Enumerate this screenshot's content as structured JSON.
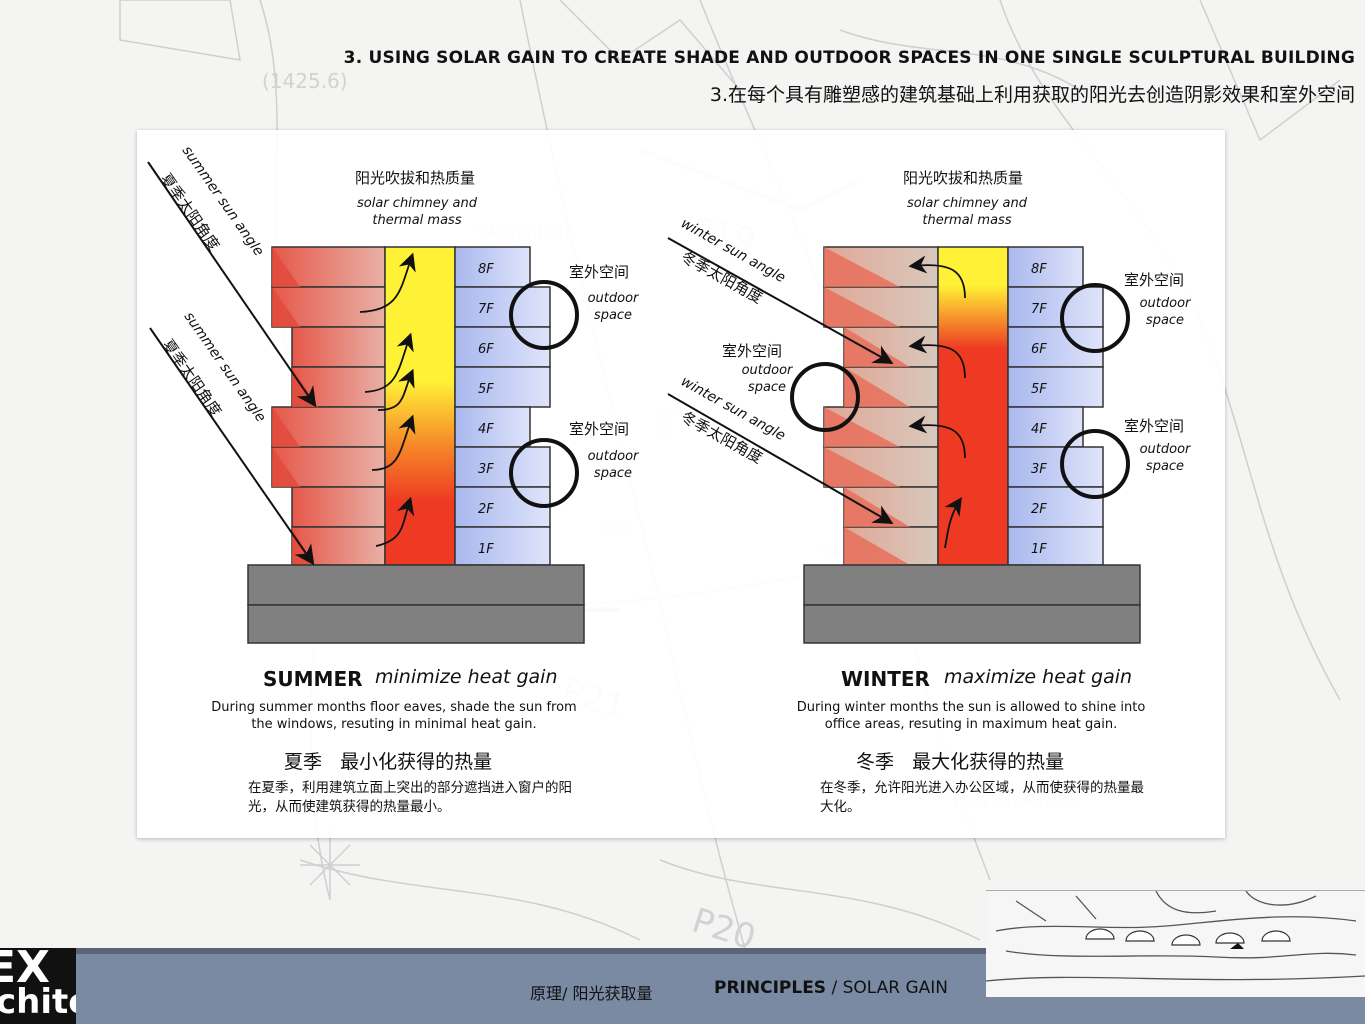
{
  "header": {
    "title_en": "3. USING SOLAR GAIN TO CREATE SHADE AND OUTDOOR SPACES IN ONE SINGLE SCULPTURAL BUILDING",
    "title_cn": "3.在每个具有雕塑感的建筑基础上利用获取的阳光去创造阴影效果和室外空间"
  },
  "background_map_labels": [
    "(1425.6)",
    "1432(1430)",
    "P19",
    "P21",
    "P20",
    "24米",
    "14",
    "32米",
    "1432.5(1431.7)"
  ],
  "floors": [
    "8F",
    "7F",
    "6F",
    "5F",
    "4F",
    "3F",
    "2F",
    "1F"
  ],
  "summer": {
    "chimney_cn": "阳光吹拔和热质量",
    "chimney_en_1": "solar chimney and",
    "chimney_en_2": "thermal mass",
    "sun_en": "summer sun angle",
    "sun_cn": "夏季太阳角度",
    "outdoor_cn": "室外空间",
    "outdoor_en_1": "outdoor",
    "outdoor_en_2": "space",
    "title": "SUMMER",
    "subtitle": "minimize heat gain",
    "desc_en": "During summer months floor eaves, shade the sun from the windows, resuting in minimal heat gain.",
    "title_cn": "夏季   最小化获得的热量",
    "desc_cn": "在夏季，利用建筑立面上突出的部分遮挡进入窗户的阳光，从而使建筑获得的热量最小。"
  },
  "winter": {
    "chimney_cn": "阳光吹拔和热质量",
    "chimney_en_1": "solar chimney and",
    "chimney_en_2": "thermal mass",
    "sun_en": "winter sun angle",
    "sun_cn": "冬季太阳角度",
    "outdoor_cn": "室外空间",
    "outdoor_en_1": "outdoor",
    "outdoor_en_2": "space",
    "title": "WINTER",
    "subtitle": "maximize heat gain",
    "desc_en": "During winter months the sun is allowed to shine into office areas,  resuting in maximum heat gain.",
    "title_cn": "冬季   最大化获得的热量",
    "desc_cn": "在冬季，允许阳光进入办公区域，从而使获得的热量最大化。"
  },
  "footer": {
    "section_cn": "原理/ 阳光获取量",
    "section_en_bold": "PRINCIPLES",
    "section_en_rest": " / SOLAR GAIN",
    "logo_top": "EX",
    "logo_bottom": "chite"
  },
  "colors": {
    "summer_block": "#e07f72",
    "winter_block": "#dcc0ad",
    "chimney_yellow": "#fff236",
    "chimney_red": "#ee3a22",
    "office_blue": "#c8d2f5",
    "base_gray": "#808080",
    "footer_blue": "#7a8aa2"
  }
}
